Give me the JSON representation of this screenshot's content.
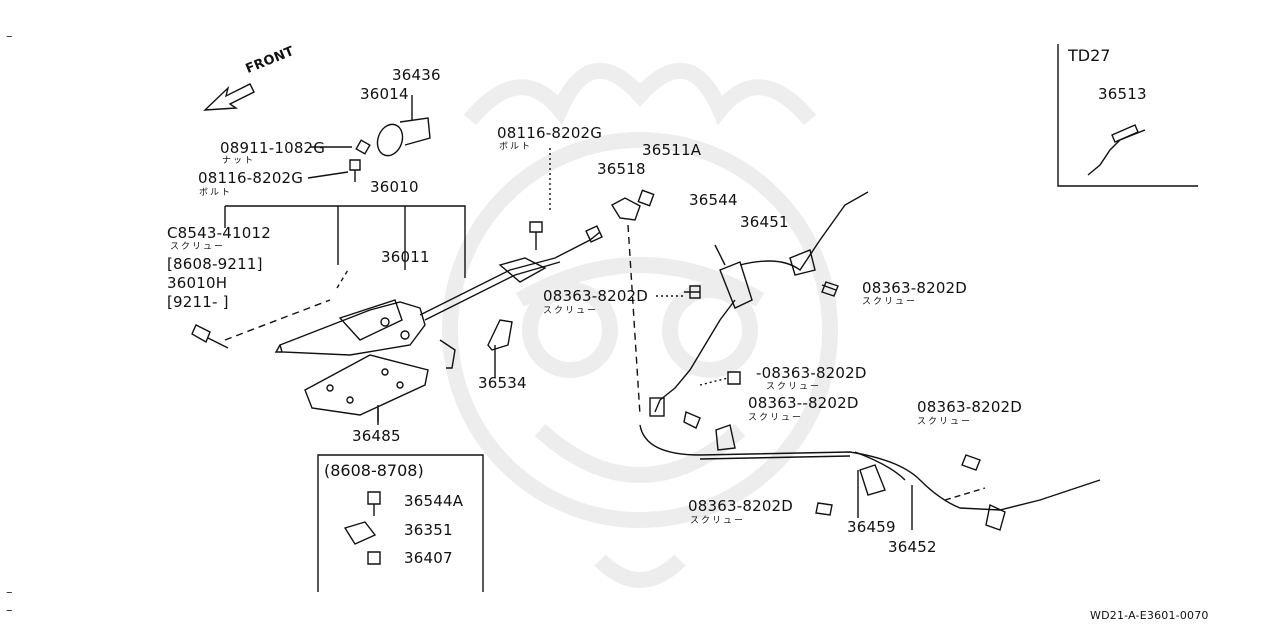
{
  "front": {
    "label": "FRONT"
  },
  "inset_td27": {
    "title": "TD27",
    "part": "36513"
  },
  "inset_range": {
    "range": "(8608-8708)",
    "parts": [
      "36544A",
      "36351",
      "36407"
    ]
  },
  "parts": {
    "p36436": "36436",
    "p36014": "36014",
    "p08911": "08911-1082G",
    "p08911_sub": "ナット",
    "p08116_a": "08116-8202G",
    "p08116_a_sub": "ボルト",
    "p36010": "36010",
    "p08543": "C8543-41012",
    "p08543_sub": "スクリュー",
    "range1": "[8608-9211]",
    "p36010h": "36010H",
    "range2": "[9211-      ]",
    "p36011": "36011",
    "p36485": "36485",
    "p36534": "36534",
    "p08116_b": "08116-8202G",
    "p08116_b_sub": "ボルト",
    "p36511a": "36511A",
    "p36518": "36518",
    "p36544": "36544",
    "p36451": "36451",
    "p08363_a": "08363-8202D",
    "p08363_a_sub": "スクリュー",
    "p08363_b": "08363-8202D",
    "p08363_b_sub": "スクリュー",
    "p08363_c": "-08363-8202D",
    "p08363_c_sub": "スクリュー",
    "p08363_d": "08363--8202D",
    "p08363_d_sub": "スクリュー",
    "p08363_e": "08363-8202D",
    "p08363_e_sub": "スクリュー",
    "p08363_f": "08363-8202D",
    "p08363_f_sub": "スクリュー",
    "p36459": "36459",
    "p36452": "36452"
  },
  "footer": {
    "code": "WD21-A-E3601-0070"
  }
}
